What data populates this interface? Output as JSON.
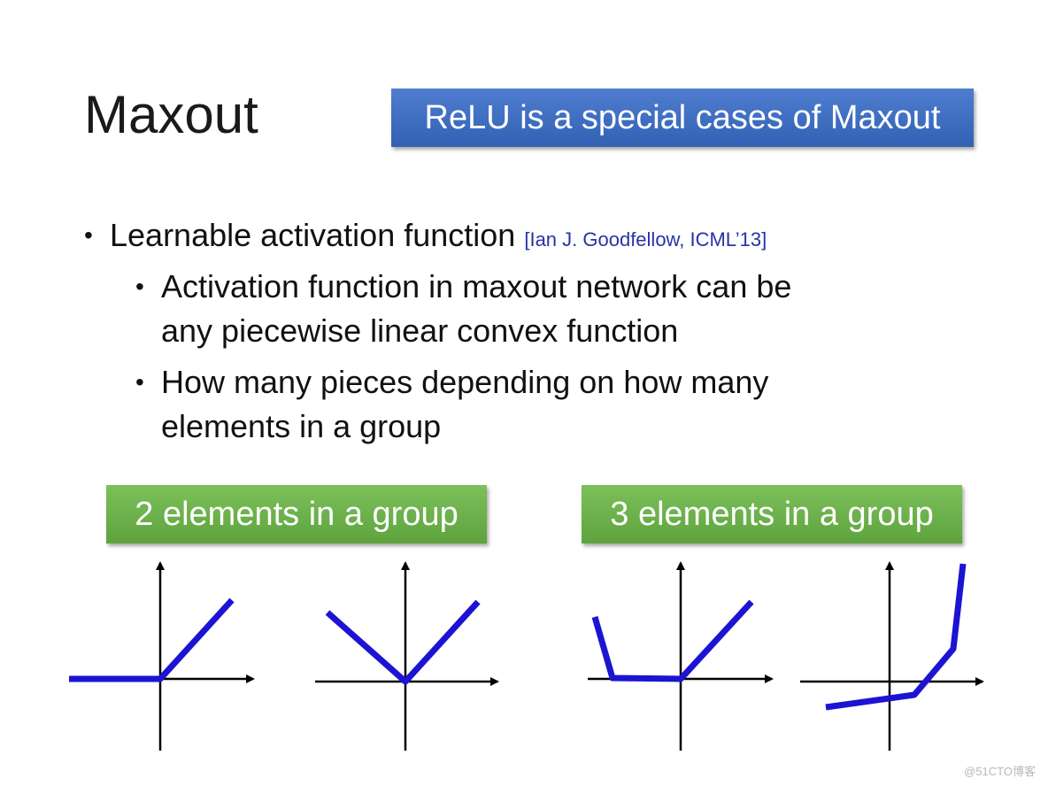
{
  "slide": {
    "title": "Maxout",
    "callout": "ReLU is a special cases of Maxout",
    "bullet_char": "•",
    "bullets": [
      {
        "text": "Learnable activation function",
        "citation": "[Ian J. Goodfellow, ICML’13]"
      }
    ],
    "sub_bullets": [
      {
        "line1": "Activation function in maxout network can be",
        "line2": "any piecewise linear convex function"
      },
      {
        "line1": "How many pieces depending on how many",
        "line2": "elements in a group"
      }
    ],
    "groups": [
      {
        "label": "2 elements in a group"
      },
      {
        "label": "3 elements in a group"
      }
    ],
    "colors": {
      "callout": "#3a69bd",
      "group_label": "#6aae48",
      "curve": "#1c14d2",
      "axis": "#000000",
      "citation": "#2633a8"
    },
    "watermark": "@51CTO博客"
  }
}
